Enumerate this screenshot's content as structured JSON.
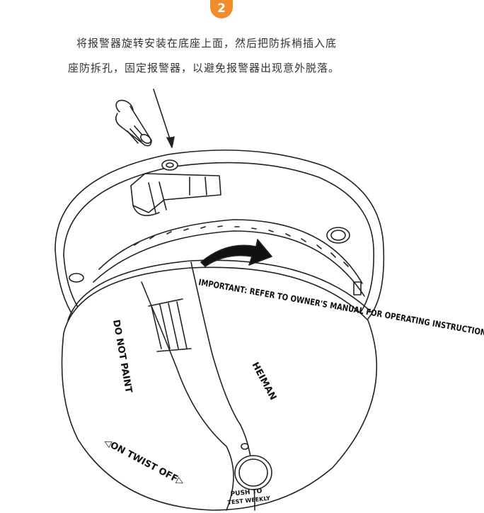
{
  "step": {
    "number": "2",
    "accent_color": "#f28c28"
  },
  "instruction": {
    "line1": "将报警器旋转安装在底座上面，然后把防拆梢插入底",
    "line2": "座防拆孔，固定报警器，以避免报警器出现意外脱落。"
  },
  "device": {
    "brand": "HEIMAN",
    "warning_text": "IMPORTANT: REFER TO OWNER'S MANUAL FOR OPERATING INSTRUCTIONS",
    "do_not_paint": "DO NOT PAINT",
    "twist_text": "◁ON TWIST OFF▷",
    "test_line1": "PUSH TO",
    "test_line2": "TEST WEEKLY"
  }
}
